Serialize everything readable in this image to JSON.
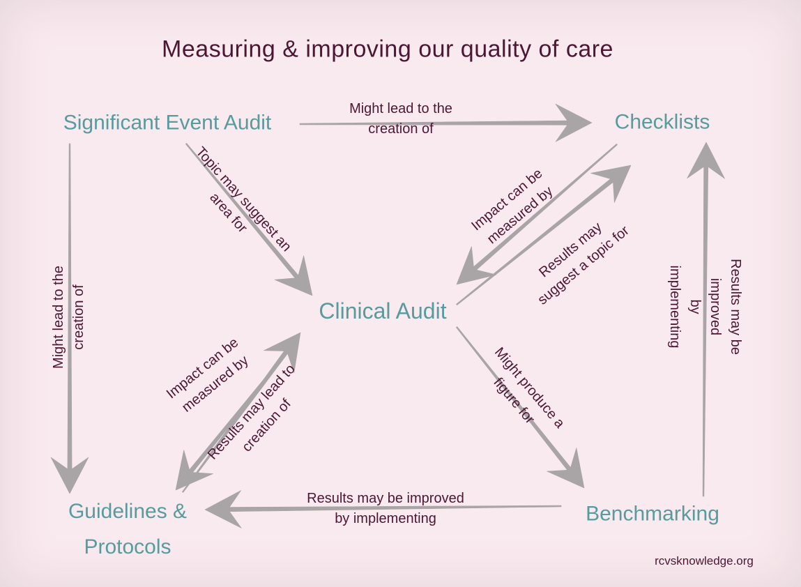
{
  "title": "Measuring & improving our quality of care",
  "footer_link": "rcvsknowledge.org",
  "colors": {
    "background": "#f9eaef",
    "node_teal": "#579b9d",
    "text_plum": "#4b1733",
    "arrow_gray": "#a9a4a6"
  },
  "nodes": {
    "significant_event_audit": "Significant Event Audit",
    "checklists": "Checklists",
    "clinical_audit": "Clinical Audit",
    "guidelines_protocols": "Guidelines &\nProtocols",
    "benchmarking": "Benchmarking"
  },
  "edge_labels": {
    "sea_to_checklists": "Might lead to the\ncreation of",
    "sea_to_guidelines": "Might lead to the\ncreation of",
    "sea_to_clinical": "Topic may suggest an\narea for",
    "clinical_checklists_impact": "Impact can be\nmeasured by",
    "clinical_checklists_results": "Results may\nsuggest a topic for",
    "guidelines_clinical_impact": "Impact can be\nmeasured by",
    "guidelines_clinical_results": "Results may lead to\ncreation of",
    "clinical_to_benchmarking": "Might produce a\nfigure for",
    "benchmarking_to_checklists": "Results may be improved\nby implementing",
    "benchmarking_to_guidelines": "Results may be improved\nby implementing"
  }
}
